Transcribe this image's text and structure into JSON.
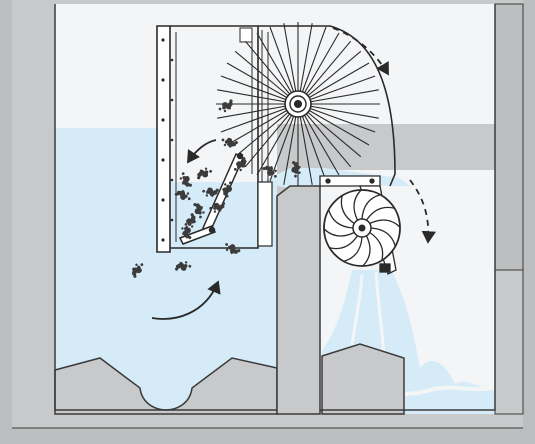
{
  "diagram": {
    "type": "screening-and-wheel-cross-section",
    "colors": {
      "concrete": "#c8c9cb",
      "concrete_edge": "#3a3a3a",
      "chamber_air": "#f4f5f7",
      "water": "#d5ecf8",
      "water_light": "#eaf5fc",
      "line": "#3a3a3a",
      "debris": "#3c3c3c"
    },
    "icons": [
      "rotating-screen-rake-icon",
      "paddle-wheel-icon",
      "flow-arrow-icon",
      "rotation-arrow-icon",
      "debris-icon"
    ],
    "debris_count": 17,
    "rake_spokes": 36,
    "wheel_blades": 12
  }
}
